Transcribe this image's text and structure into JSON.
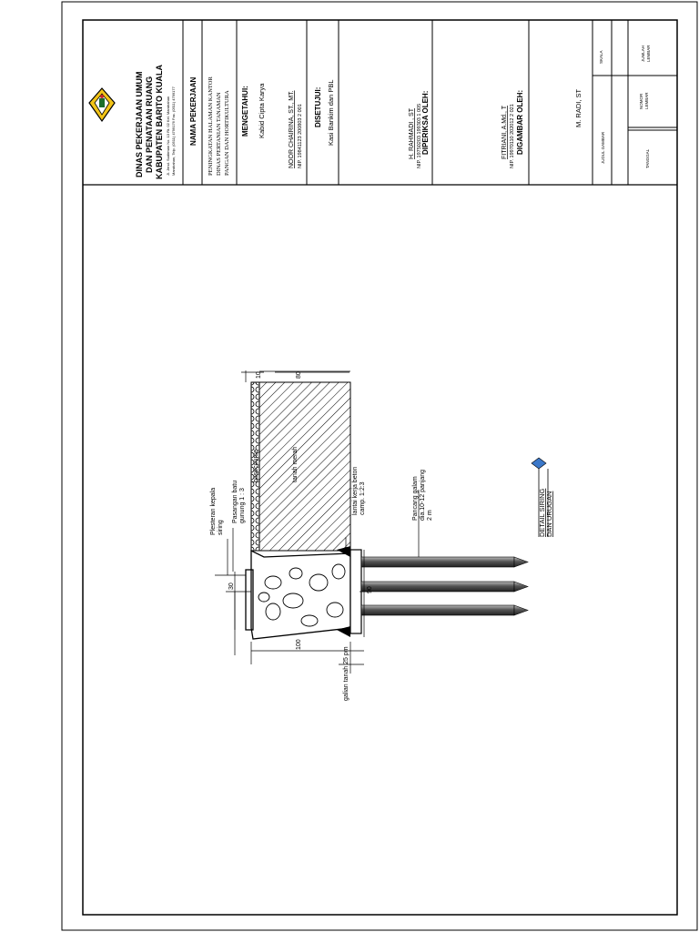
{
  "agency": {
    "line1": "DINAS PEKERJAAN UMUM",
    "line2": "DAN PENATAAN RUANG",
    "line3": "KABUPATEN BARITO KUALA",
    "address1": "Jl. Jend. Sudirman No. 13 Rt. 02 Kel. Marabahan",
    "address2": "Marabahan, Telp. (0511) 4799176 Fax. (0511) 4799177"
  },
  "work_name": {
    "heading": "NAMA PEKERJAAN",
    "line1": "PENINGKATAN HALAMAN KANTOR",
    "line2": "DINAS PERTANIAN TANAMAN",
    "line3": "PANGAN DAN HORTIKULTURA"
  },
  "known_by": {
    "heading": "MENGETAHUI:",
    "role": "Kabid Cipta Karya",
    "name": "NOOR CHAIRINA, ST., MT.",
    "nip": "NIP. 19841123 200803 2 001"
  },
  "approved_by": {
    "heading": "DISETUJUI:",
    "role": "Kasi Bankim dan PBL"
  },
  "checked_by": {
    "heading": "DIPERIKSA OLEH:",
    "name": "H. RAHMADI , ST",
    "nip": "NIP. 19750203 199303 1 005"
  },
  "drawn_by": {
    "heading": "DIGAMBAR OLEH:",
    "name": "FITRIANI, A.Md., T",
    "nip": "NIP. 19970110 202012 2 021"
  },
  "drafter": {
    "name": "M. RADI, ST",
    "drawing_title_label": "JUDUL GAMBAR",
    "scale_label": "SKALA"
  },
  "footer": {
    "date_label": "TANGGAL",
    "sheet_no_label": "NOMOR LEMBAR",
    "sheet_count_label": "JUMLAH LEMBAR"
  },
  "drawing": {
    "label_plaster": "Plesteran kepala",
    "label_plaster2": "siring",
    "label_stone": "Pasangan batu",
    "label_stone2": "gunung 1 : 3",
    "label_basecourse": "basecourse",
    "label_redsoil": "tanah merah",
    "label_floor": "lantai kerja beton",
    "label_floor2": "camp. 1:2:3",
    "label_pile": "Pancang galam",
    "label_pile2": "dia.10-12 panjang",
    "label_pile3": "2 m",
    "label_excavation": "galian tanah 25 pm",
    "dim_10": "10",
    "dim_80": "80",
    "dim_30": "30",
    "dim_100": "100",
    "dim_90": "90",
    "title_line1": "DETAIL SIRING",
    "title_line2": "DAN URUGAN"
  },
  "colors": {
    "line": "#000000",
    "pile": "#555555",
    "marker": "#3b78c9",
    "hatch": "#000000"
  }
}
